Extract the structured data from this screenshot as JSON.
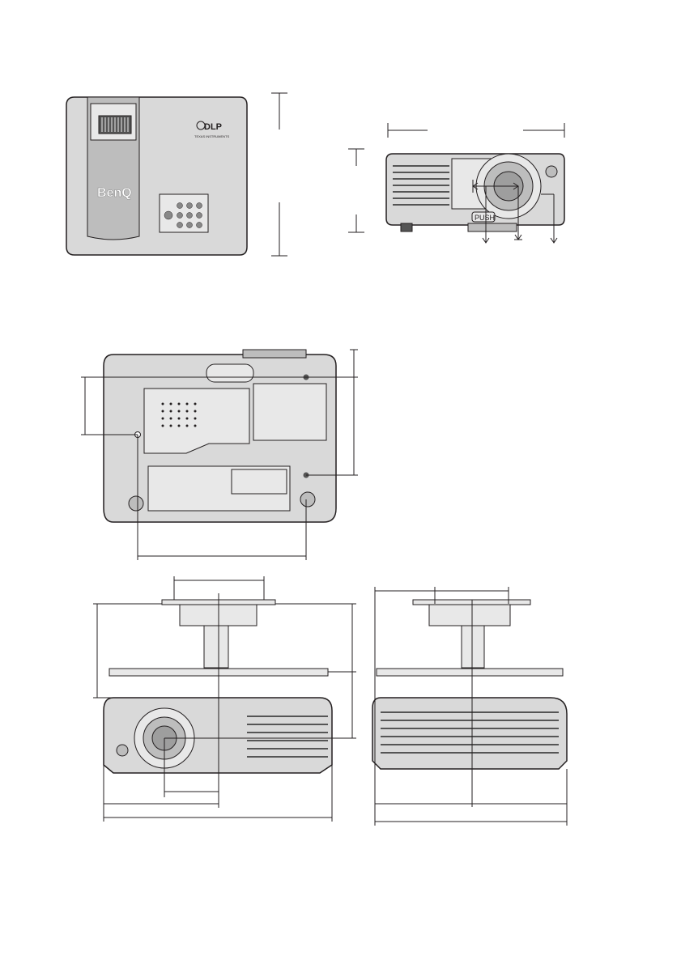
{
  "labels": {
    "brand": "BenQ",
    "dlp": "DLP",
    "dlp_sub": "TEXAS INSTRUMENTS",
    "push": "PUSH"
  },
  "colors": {
    "line": "#231f20",
    "body": "#d9d9d9",
    "shade": "#bdbdbd",
    "dark": "#555555"
  }
}
